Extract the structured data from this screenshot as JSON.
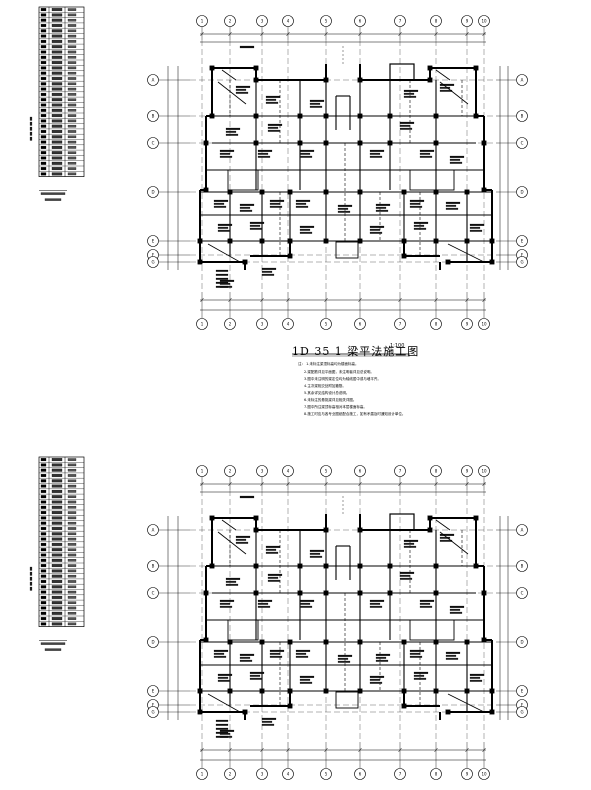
{
  "drawing": {
    "title": "1D 35 1  梁平法施工图",
    "scale": "1:100"
  },
  "grid_axes": {
    "top_bottom": [
      "1",
      "2",
      "3",
      "4",
      "5",
      "6",
      "7",
      "8",
      "9",
      "10"
    ],
    "left_right": [
      "A",
      "B",
      "C",
      "D",
      "E",
      "F",
      "G"
    ]
  },
  "notes": [
    "注： 1.未标注梁顶标高均为楼面标高。",
    "2.梁配筋详见平面图，未注明者详见总说明。",
    "3.图中未注明的梁定位均为轴线居中或与墙平齐。",
    "4.主次梁相交处附加箍筋。",
    "5.其余详见结构设计总说明。",
    "6.未标注的悬挑梁详见相关详图。",
    "7.图中所注梁顶标高相对本层楼面标高。",
    "8.施工时应与各专业图纸配合施工，如有矛盾及时通知设计单位。"
  ],
  "colors": {
    "line": "#000000",
    "background": "#ffffff"
  }
}
